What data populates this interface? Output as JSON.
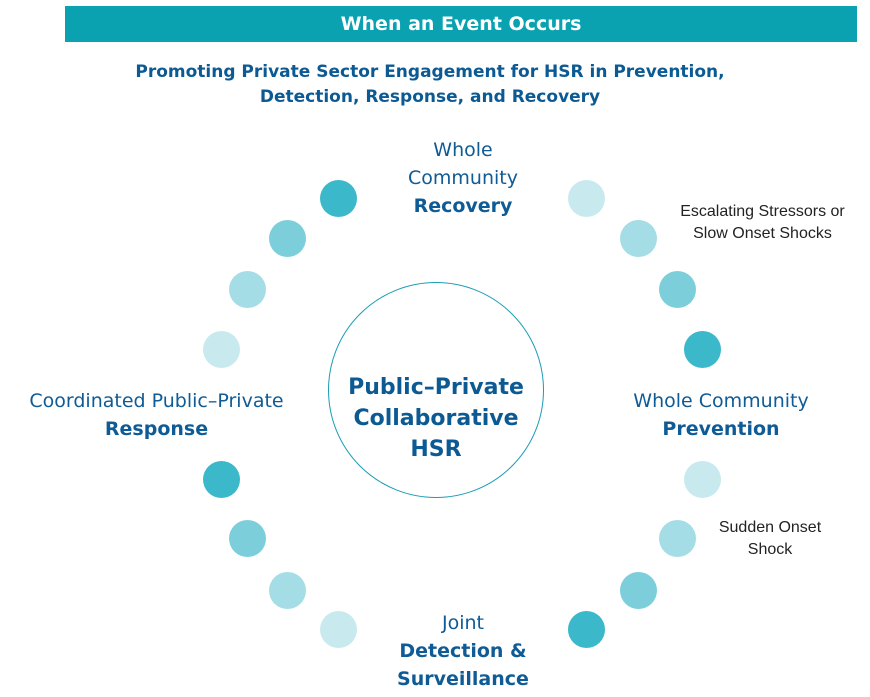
{
  "header": {
    "banner": "When an Event Occurs"
  },
  "subtitle": {
    "line1": "Promoting Private Sector Engagement for HSR in Prevention,",
    "line2": "Detection, Response, and Recovery"
  },
  "center": {
    "line1": "Public–Private",
    "line2": "Collaborative",
    "line3": "HSR"
  },
  "phases": {
    "recovery": {
      "line1": "Whole",
      "line2": "Community",
      "line3": "Recovery"
    },
    "prevention": {
      "line1": "Whole Community",
      "line2": "Prevention"
    },
    "detection": {
      "line1": "Joint",
      "line2": "Detection &",
      "line3": "Surveillance"
    },
    "response": {
      "line1": "Coordinated Public–Private",
      "line2": "Response"
    }
  },
  "notes": {
    "escalating": {
      "line1": "Escalating Stressors or",
      "line2": "Slow Onset Shocks"
    },
    "sudden": {
      "line1": "Sudden Onset",
      "line2": "Shock"
    }
  },
  "colors": {
    "banner": "#0aa1b1",
    "dark_text": "#0c5a93",
    "dot_dark": "#3bb8c9",
    "dot_mid": "#7ccfda",
    "dot_light": "#a4dde5",
    "dot_pale": "#c8eaef"
  }
}
